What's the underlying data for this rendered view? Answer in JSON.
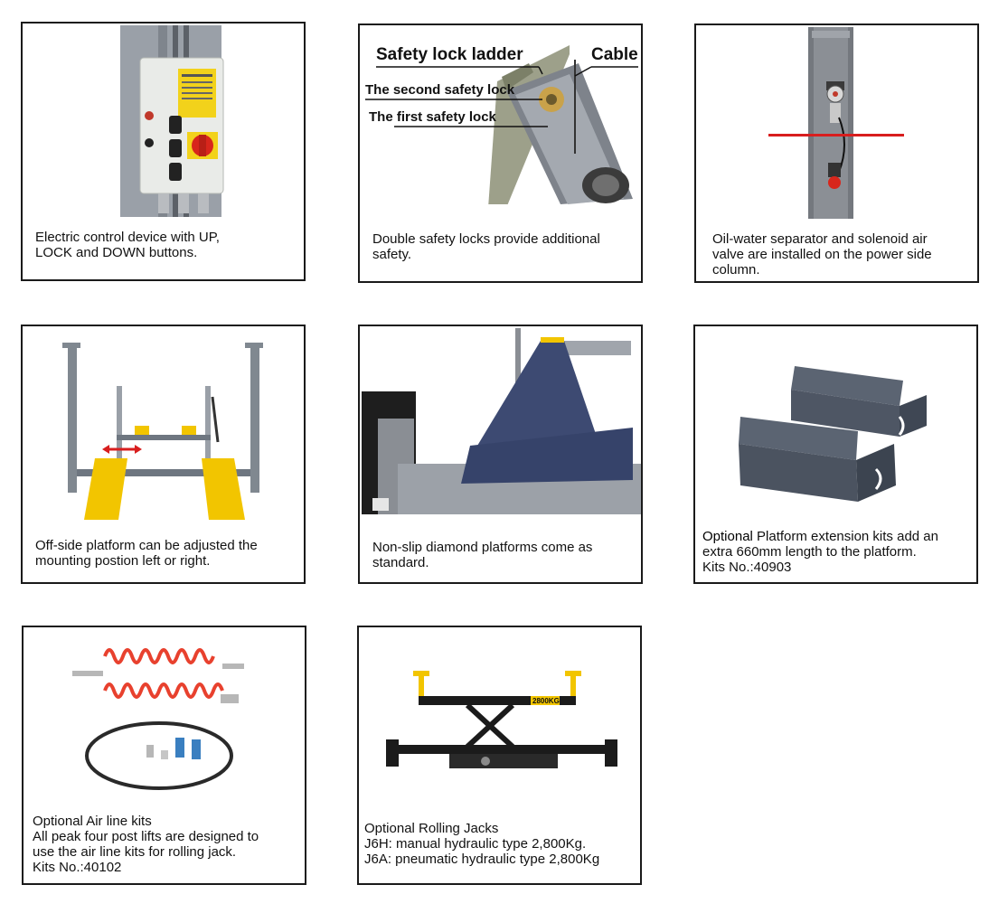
{
  "cards": [
    {
      "caption_lines": [
        "Electric control device with UP,",
        "LOCK and DOWN buttons."
      ]
    },
    {
      "labels": {
        "ladder": "Safety lock ladder",
        "cable": "Cable",
        "second_lock": "The second safety lock",
        "first_lock": "The first safety lock"
      },
      "caption_lines": [
        "Double safety locks provide additional",
        "safety."
      ]
    },
    {
      "caption_lines": [
        "Oil-water separator and solenoid air",
        "valve are installed on the power side",
        "column."
      ]
    },
    {
      "caption_lines": [
        "Off-side platform can be adjusted the",
        "mounting postion left or right."
      ]
    },
    {
      "caption_lines": [
        "Non-slip diamond platforms come as",
        "standard."
      ]
    },
    {
      "heading": "Optional",
      "heading_rest": " Platform extension kits add an",
      "caption_lines": [
        "extra 660mm length to the platform.",
        "Kits No.:40903"
      ]
    },
    {
      "heading": "Optional Air line kits",
      "caption_lines": [
        "All peak four post lifts are designed to",
        "use the air line kits for rolling jack.",
        "Kits No.:40102"
      ]
    },
    {
      "heading": "Optional Rolling Jacks",
      "caption_lines": [
        "J6H: manual hydraulic type 2,800Kg.",
        "J6A: pneumatic hydraulic type 2,800Kg"
      ],
      "jack_badge": "2800KG"
    }
  ],
  "colors": {
    "border": "#1a1a1a",
    "yellow": "#f2c500",
    "red_marker": "#d81e1e",
    "column_gray": "#8b8f95",
    "platform_blue": "#3d4a72",
    "hose_red": "#e8412e"
  }
}
